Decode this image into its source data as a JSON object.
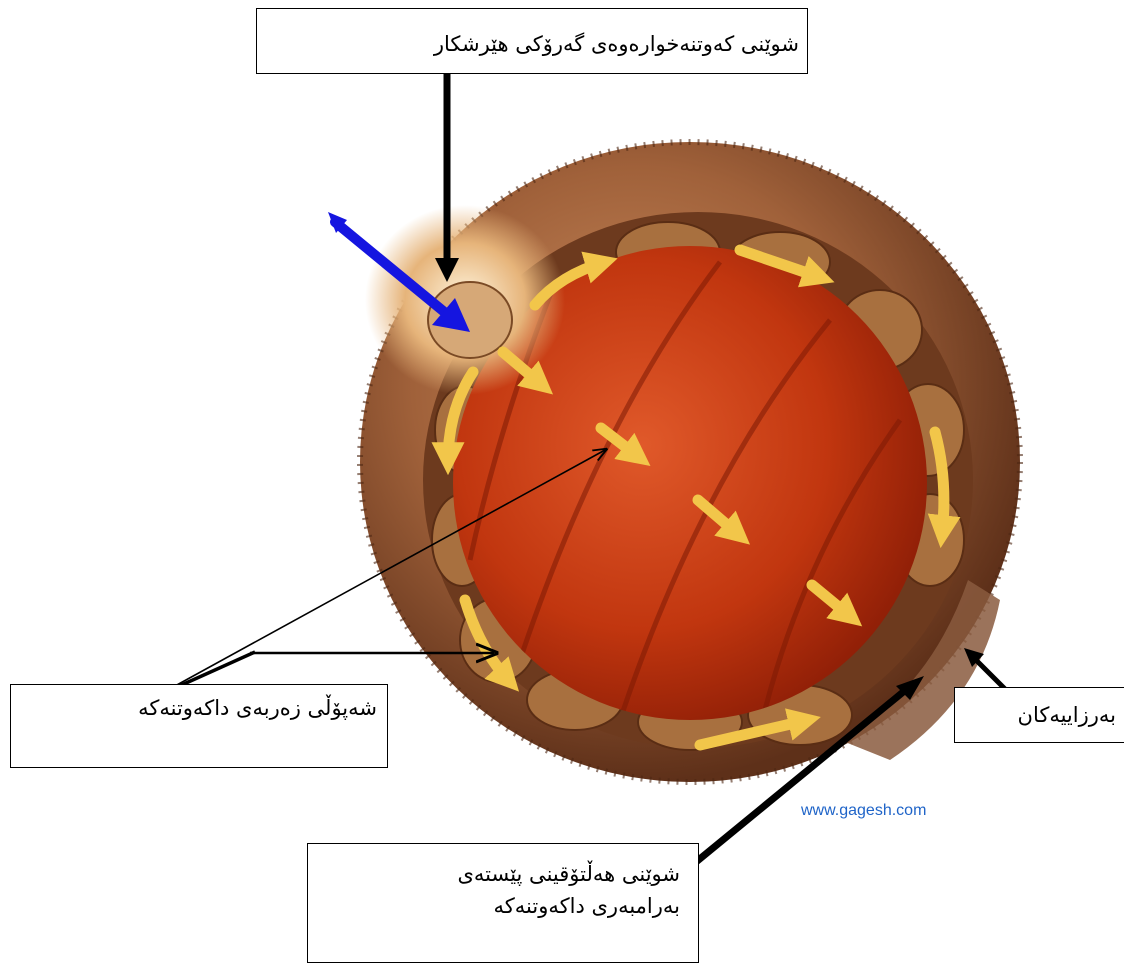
{
  "labels": {
    "top": "شوێنی کەوتنەخوارەوەی گەرۆکی هێرشکار",
    "left": "شەپۆڵی زەربەی داکەوتنەکە",
    "right": "بەرزاییەکان",
    "bottom_line1": "شوێنی هەڵتۆقینی پێستەی",
    "bottom_line2": "بەرامبەری داکەوتنەکە"
  },
  "watermark": "www.gagesh.com",
  "colors": {
    "background": "#ffffff",
    "interior": "#c23a12",
    "crust": "#8a4a2a",
    "flow_arrows": "#f2c64a",
    "impact_arrow": "#1515e0",
    "pointer": "#000000",
    "watermark": "#1f64c8"
  }
}
